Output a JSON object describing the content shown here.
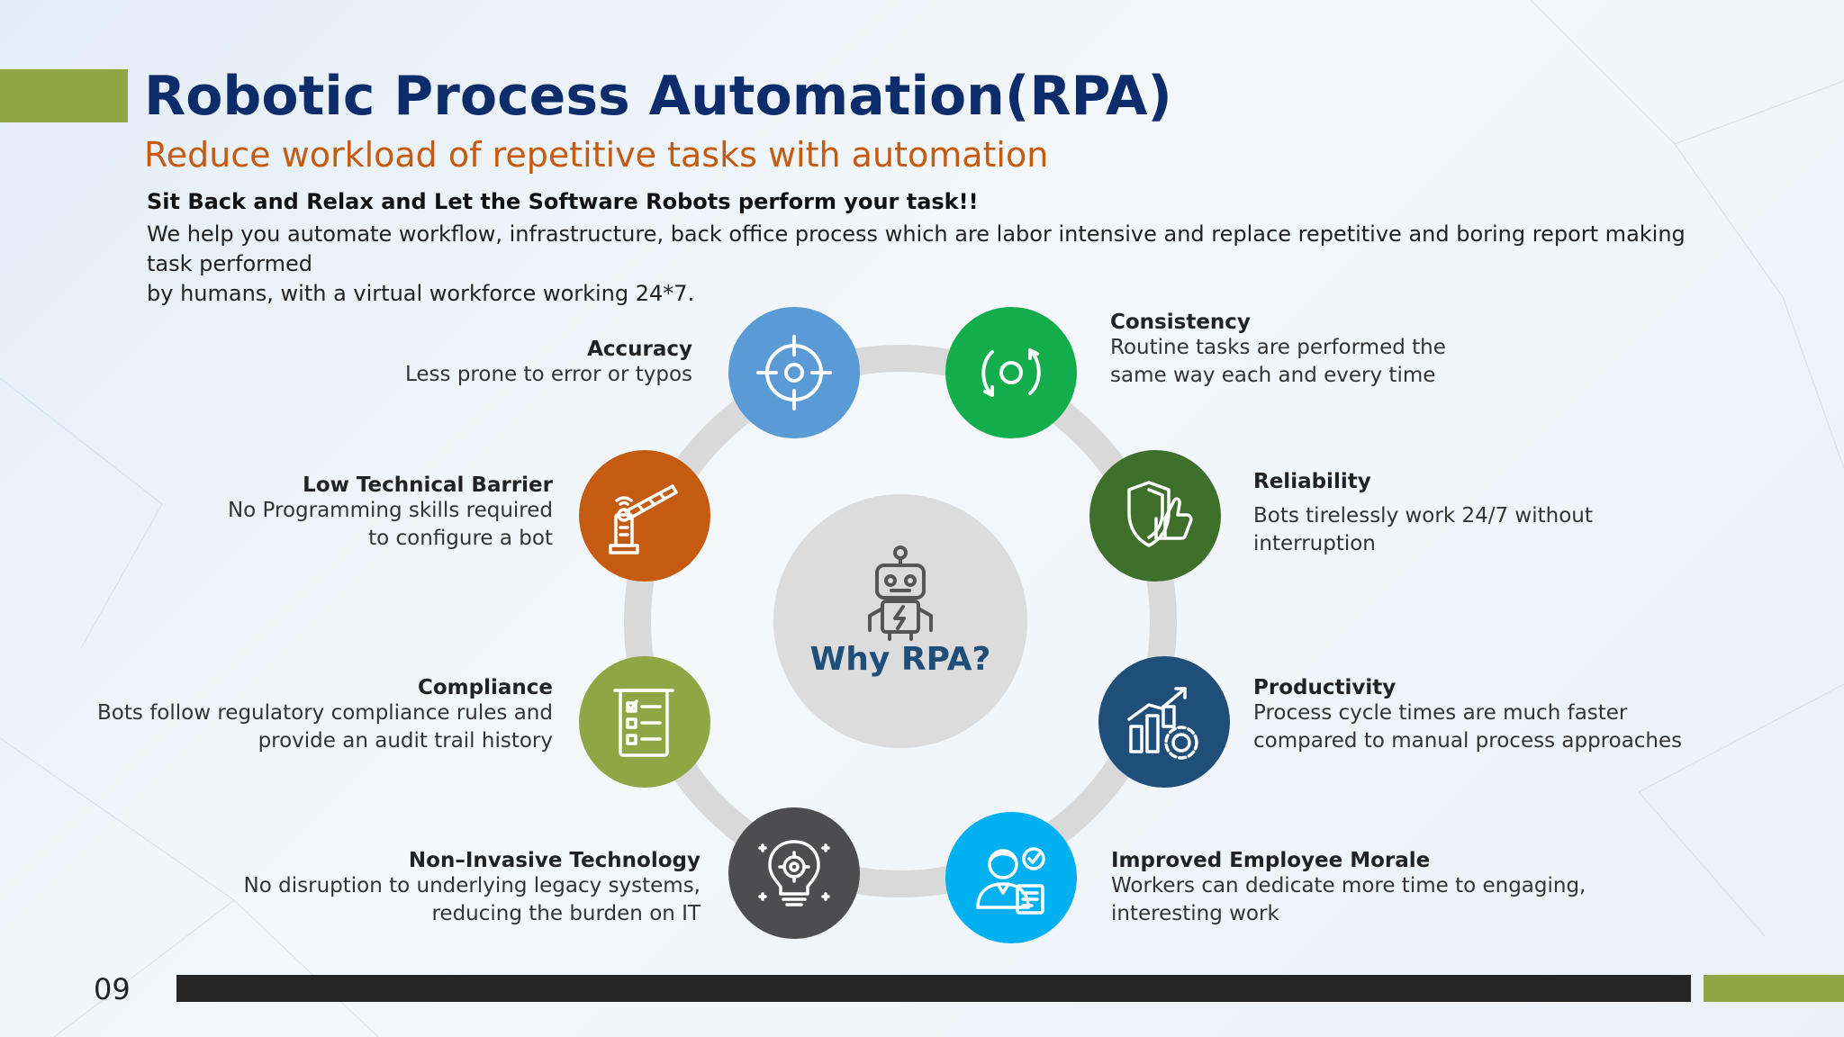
{
  "header": {
    "title": "Robotic Process Automation(RPA)",
    "subtitle": "Reduce workload of repetitive tasks with automation",
    "tagline": "Sit Back and Relax and Let the Software Robots perform your task!!",
    "intro_line1": "We help you automate workflow, infrastructure, back office process which are labor intensive and replace repetitive and boring report making task performed",
    "intro_line2": "by humans, with a virtual workforce working 24*7."
  },
  "center": {
    "label": "Why RPA?"
  },
  "benefits": {
    "accuracy": {
      "title": "Accuracy",
      "lines": [
        "Less prone to error or typos"
      ],
      "icon": "target-icon",
      "color": "#5b9bd5"
    },
    "low_barrier": {
      "title": "Low Technical Barrier",
      "lines": [
        "No Programming skills required",
        "to configure a bot"
      ],
      "icon": "barrier-gate-icon",
      "color": "#c55a11"
    },
    "compliance": {
      "title": "Compliance",
      "lines": [
        "Bots follow regulatory compliance rules and",
        "provide an audit trail history"
      ],
      "icon": "checklist-icon",
      "color": "#8ea644"
    },
    "non_invasive": {
      "title": "Non–Invasive Technology",
      "lines": [
        "No disruption to underlying legacy systems,",
        "reducing the burden on IT"
      ],
      "icon": "lightbulb-gear-icon",
      "color": "#4d4d4f"
    },
    "consistency": {
      "title": "Consistency",
      "lines": [
        "Routine tasks are performed the",
        "same way each and every time"
      ],
      "icon": "cycle-icon",
      "color": "#13ad4b"
    },
    "reliability": {
      "title": "Reliability",
      "lines": [
        "Bots tirelessly work 24/7 without",
        "interruption"
      ],
      "icon": "shield-thumbs-up-icon",
      "color": "#3e6f2b"
    },
    "productivity": {
      "title": "Productivity",
      "lines": [
        "Process cycle times are much faster",
        "compared to manual process approaches"
      ],
      "icon": "chart-gear-icon",
      "color": "#1f4e79"
    },
    "morale": {
      "title": "Improved Employee Morale",
      "lines": [
        "Workers can dedicate more time to engaging,",
        "interesting work"
      ],
      "icon": "employee-icon",
      "color": "#00b0f0"
    }
  },
  "footer": {
    "page_number": "09"
  },
  "colors": {
    "title": "#0d2c6b",
    "subtitle": "#c55a11",
    "accent_green": "#8ea644",
    "ring_gray": "#d9d9d9",
    "center_gray": "#dcdcdc",
    "center_text": "#1f4e79"
  }
}
